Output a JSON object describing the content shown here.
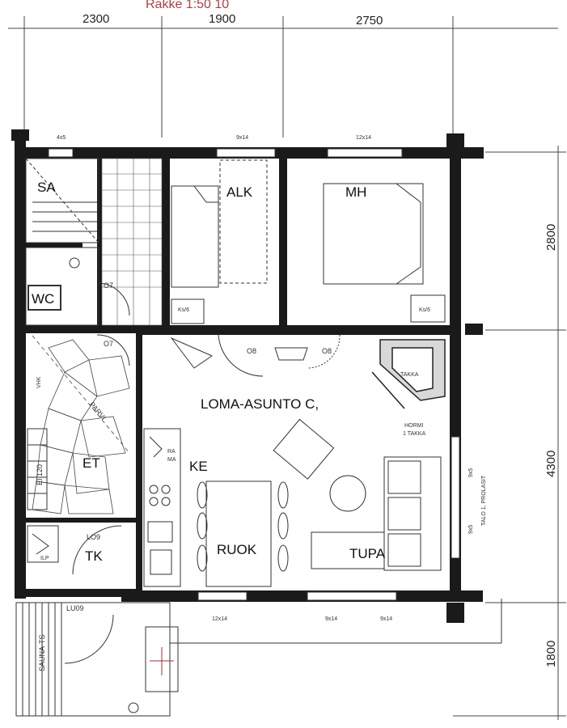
{
  "plan": {
    "handwritten_note": "Rakke 1:50 10",
    "dimensions": {
      "top": [
        "2300",
        "1900",
        "2750"
      ],
      "right": [
        "2800",
        "4300",
        "1800"
      ]
    },
    "rooms": {
      "sauna": "SA",
      "wc": "WC",
      "alk": "ALK",
      "mh": "MH",
      "apartment": "LOMA-ASUNTO C,",
      "et": "ET",
      "ke": "KE",
      "tk": "TK",
      "ruok": "RUOK",
      "tupa": "TUPA",
      "parvi": "PARVI",
      "stairs": "EI 120",
      "terrace": "SAUNA-TS"
    },
    "doors": {
      "d07a": "O7",
      "d07b": "O7",
      "d08a": "O8",
      "d08b": "O8",
      "lo9": "LO9",
      "lu09": "LU09"
    },
    "windows": {
      "w_top_left": "4x5",
      "w_alk": "9x14",
      "w_mh": "12x14",
      "w_bottom_1": "12x14",
      "w_bottom_2": "9x14",
      "w_bottom_3": "9x14",
      "w_right_1": "9x5",
      "w_right_2": "9x5"
    },
    "labels": {
      "takka": "TAKKA",
      "fireplace_note": "HORMI",
      "fireplace_note2": "1 TAKKA",
      "vhk": "VHK",
      "ilp": "ILP",
      "wall_note": "TALO 1, PROLASIT",
      "ks_alk": "Ks/6",
      "ks_mh": "Ks/6",
      "ra": "RA",
      "ma": "MA"
    },
    "colors": {
      "wall": "#1a1a1a",
      "line": "#333333",
      "note": "#b04040"
    }
  }
}
